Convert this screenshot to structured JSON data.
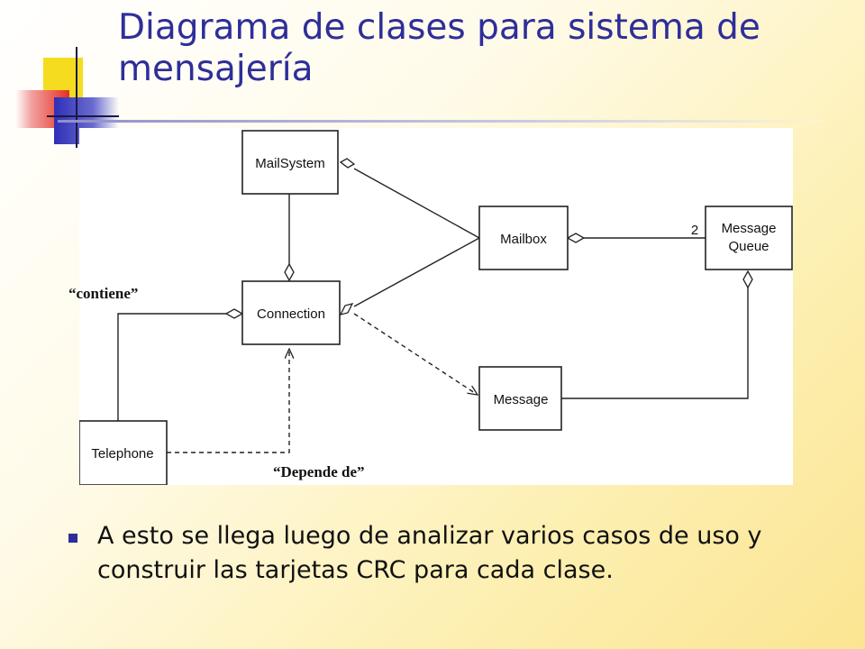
{
  "slide": {
    "title": "Diagrama de clases para sistema de mensajería",
    "bullet_text": "A esto se llega luego de analizar varios casos de uso y construir las tarjetas CRC para cada clase."
  },
  "diagram": {
    "classes": {
      "mailsystem": "MailSystem",
      "mailbox": "Mailbox",
      "message_queue_line1": "Message",
      "message_queue_line2": "Queue",
      "connection": "Connection",
      "message": "Message",
      "telephone": "Telephone"
    },
    "multiplicity": "2",
    "annotations": {
      "contains": "“contiene”",
      "depends": "“Depende de”"
    }
  }
}
